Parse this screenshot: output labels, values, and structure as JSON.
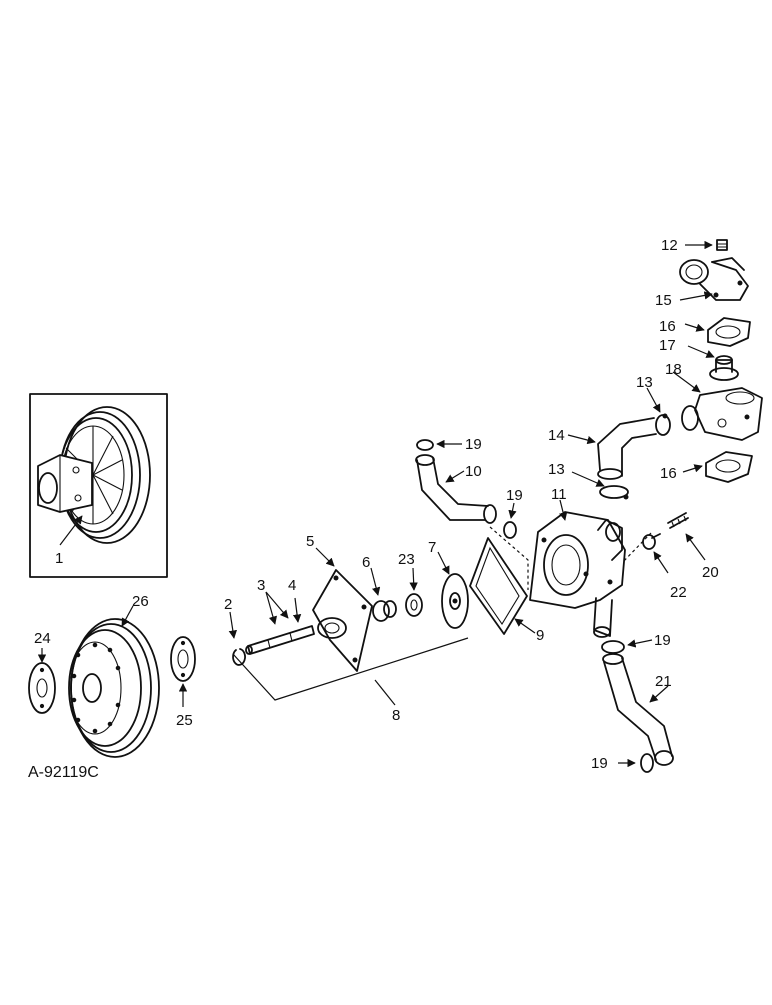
{
  "drawing_number": "A-92119C",
  "callouts": {
    "c1": "1",
    "c2": "2",
    "c3": "3",
    "c4": "4",
    "c5": "5",
    "c6": "6",
    "c7": "7",
    "c8": "8",
    "c9": "9",
    "c10": "10",
    "c11": "11",
    "c12": "12",
    "c13a": "13",
    "c13b": "13",
    "c14": "14",
    "c15": "15",
    "c16a": "16",
    "c16b": "16",
    "c17": "17",
    "c18": "18",
    "c19a": "19",
    "c19b": "19",
    "c19c": "19",
    "c19d": "19",
    "c20": "20",
    "c21": "21",
    "c22": "22",
    "c23": "23",
    "c24": "24",
    "c25": "25",
    "c26": "26"
  }
}
